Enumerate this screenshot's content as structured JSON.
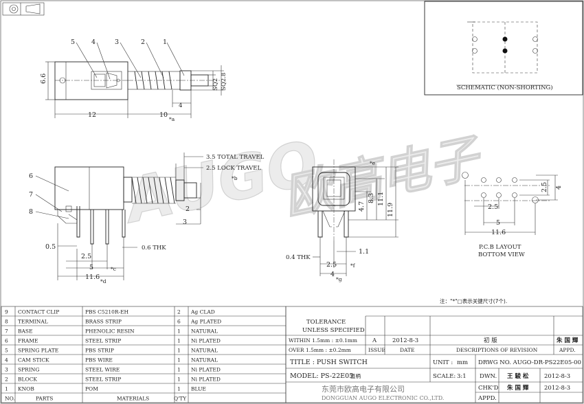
{
  "watermark": {
    "latin": "AUGO",
    "chinese": "欧高电子"
  },
  "top_view": {
    "callouts": [
      "5",
      "4",
      "3",
      "2",
      "1"
    ],
    "dims": {
      "height": "6.6",
      "body": "12",
      "stroke": "10",
      "stroke_note": "*a",
      "four": "4",
      "sq2": "SQ2",
      "sq28": "SQ2.8"
    }
  },
  "side_view": {
    "callouts": [
      "6",
      "7",
      "8"
    ],
    "dims": {
      "total_travel": "3.5 TOTAL TRAVEL",
      "lock_travel": "2.5 LOCK TRAVEL",
      "travel_note": "*b",
      "two": "2",
      "three": "3",
      "zero_five": "0.5",
      "thk": "0.6 THK",
      "p25": "2.5",
      "p5": "5",
      "p5_note": "*c",
      "w116": "11.6",
      "w116_note": "*d"
    }
  },
  "front_view": {
    "dims": {
      "e": "*e",
      "d47": "4.7",
      "d83": "8.3",
      "d111": "11.1",
      "d119": "11.9",
      "d11": "1.1",
      "thk04": "0.4 THK",
      "p25": "2.5",
      "f": "*f",
      "p4": "4",
      "g": "*g"
    }
  },
  "schematic": {
    "label": "SCHEMATIC (NON-SHORTING)"
  },
  "pcb": {
    "dims": {
      "v25": "2.5",
      "v4": "4",
      "h25": "2.5",
      "h5": "5",
      "h116": "11.6"
    },
    "label1": "P.C.B LAYOUT",
    "label2": "BOTTOM VIEW"
  },
  "note": "注：\"*\"□表示关键尺寸(7个).",
  "parts": {
    "rows": [
      {
        "no": "9",
        "part": "CONTACT CLIP",
        "material": "PBS C5210R-EH",
        "qty": "2",
        "finish": "Ag CLAD"
      },
      {
        "no": "8",
        "part": "TERMINAL",
        "material": "BRASS STRIP",
        "qty": "6",
        "finish": "Ag PLATED"
      },
      {
        "no": "7",
        "part": "BASE",
        "material": "PHENOLIC RESIN",
        "qty": "1",
        "finish": "NATURAL"
      },
      {
        "no": "6",
        "part": "FRAME",
        "material": "STEEL STRIP",
        "qty": "1",
        "finish": "Ni PLATED"
      },
      {
        "no": "5",
        "part": "SPRING PLATE",
        "material": "PBS STRIP",
        "qty": "1",
        "finish": "NATURAL"
      },
      {
        "no": "4",
        "part": "CAM STICK",
        "material": "PBS WIRE",
        "qty": "1",
        "finish": "NATURAL"
      },
      {
        "no": "3",
        "part": "SPRING",
        "material": "STEEL WIRE",
        "qty": "1",
        "finish": "Ni PLATED"
      },
      {
        "no": "2",
        "part": "BLOCK",
        "material": "STEEL STRIP",
        "qty": "1",
        "finish": "Ni PLATED"
      },
      {
        "no": "1",
        "part": "KNOB",
        "material": "POM",
        "qty": "1",
        "finish": "BLUE"
      }
    ],
    "header": {
      "no": "NO.",
      "part": "PARTS",
      "material": "MATERIALS",
      "qty": "Q'TY"
    }
  },
  "title_block": {
    "tolerance": "TOLERANCE",
    "unless": "UNLESS SPECIFIED",
    "within": "WITHIN 1.5mm : ±0.1mm",
    "over": "OVER 1.5mm : ±0.2mm",
    "rev_letter": "A",
    "rev_date": "2012-8-3",
    "rev_desc": "初 版",
    "rev_appd": "朱 国 輝",
    "issue": "ISSUE",
    "date": "DATE",
    "descriptions": "DESCRIPTIONS OF REVISION",
    "appd": "APPD.",
    "title": "TITLE : PUSH SWITCH",
    "unit_label": "UNIT :",
    "unit": "mm",
    "drwg": "DRWG NO. AUGO-DR-PS22E05-00",
    "model": "MODEL: PS-22E05",
    "model_cn": "直柄",
    "scale_label": "SCALE:",
    "scale": "3:1",
    "dwn": "DWN.",
    "dwn_name": "王 駿 松",
    "dwn_date": "2012-8-3",
    "chkd": "CHK'D",
    "chkd_name": "朱 国 輝",
    "chkd_date": "2012-8-3",
    "appd2": "APPD.",
    "company_cn": "东莞市欧高电子有限公司",
    "company_en": "DONGGUAN AUGO ELECTRONIC CO.,LTD."
  }
}
